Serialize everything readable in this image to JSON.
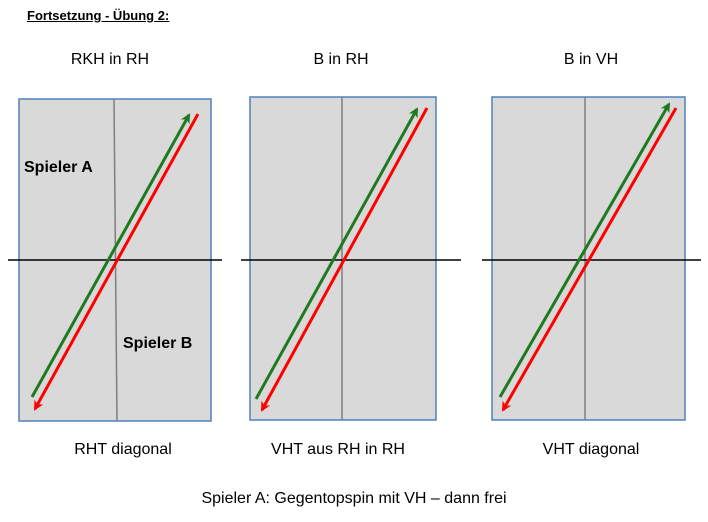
{
  "page_title": "Fortsetzung - Übung 2:",
  "colors": {
    "table_fill": "#d9d9d9",
    "table_border": "#4f81bd",
    "net_line": "#000000",
    "center_line": "#7f7f7f",
    "arrow_green": "#1f7a1f",
    "arrow_red": "#ff0000"
  },
  "tables": [
    {
      "title": "RKH in RH",
      "caption": "RHT diagonal",
      "label_top": "Spieler A",
      "label_bottom": "Spieler B"
    },
    {
      "title": "B in RH",
      "caption": "VHT aus RH in RH"
    },
    {
      "title": "B in VH",
      "caption": "VHT diagonal"
    }
  ],
  "footer": "Spieler A: Gegentopspin mit VH – dann frei"
}
